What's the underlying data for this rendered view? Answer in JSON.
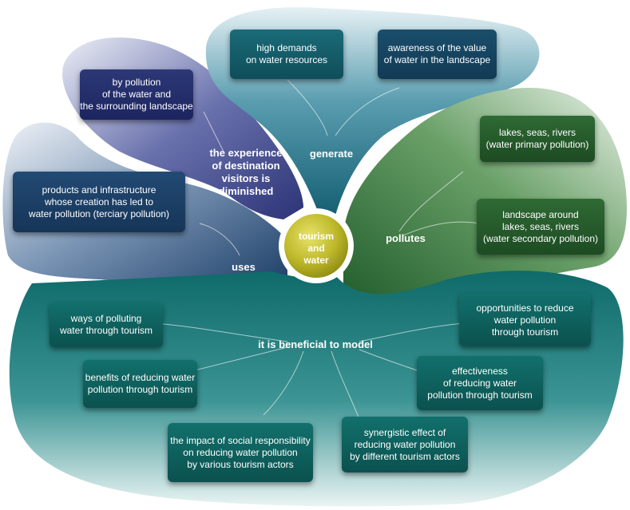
{
  "center": {
    "label": "tourism\nand\nwater"
  },
  "branches": {
    "generate": {
      "label": "generate",
      "items": [
        "high demands\non water resources",
        "awareness of the value\nof water in the landscape"
      ]
    },
    "diminished": {
      "label": "the experience\nof destination\nvisitors is\ndiminished",
      "items": [
        "by pollution\nof the water and\nthe surrounding landscape"
      ]
    },
    "uses": {
      "label": "uses",
      "items": [
        "products and infrastructure\nwhose creation has led to\nwater pollution (terciary pollution)"
      ]
    },
    "pollutes": {
      "label": "pollutes",
      "items": [
        "lakes, seas, rivers\n(water primary pollution)",
        "landscape around\nlakes, seas, rivers\n(water secondary pollution)"
      ]
    },
    "model": {
      "label": "it is beneficial to model",
      "items": [
        "ways of polluting\nwater through tourism",
        "benefits of reducing water\npollution through tourism",
        "the impact of social responsibility\non reducing water pollution\nby various tourism actors",
        "synergistic effect of\nreducing water pollution\nby different tourism actors",
        "effectiveness\nof reducing water\npollution through tourism",
        "opportunities to reduce\nwater pollution\nthrough tourism"
      ]
    }
  },
  "colors": {
    "teal": "#1b6b78",
    "blue": "#2c3877",
    "navy": "#224a74",
    "green": "#2f6a34",
    "sea": "#12706c",
    "center": "#b7b424"
  }
}
